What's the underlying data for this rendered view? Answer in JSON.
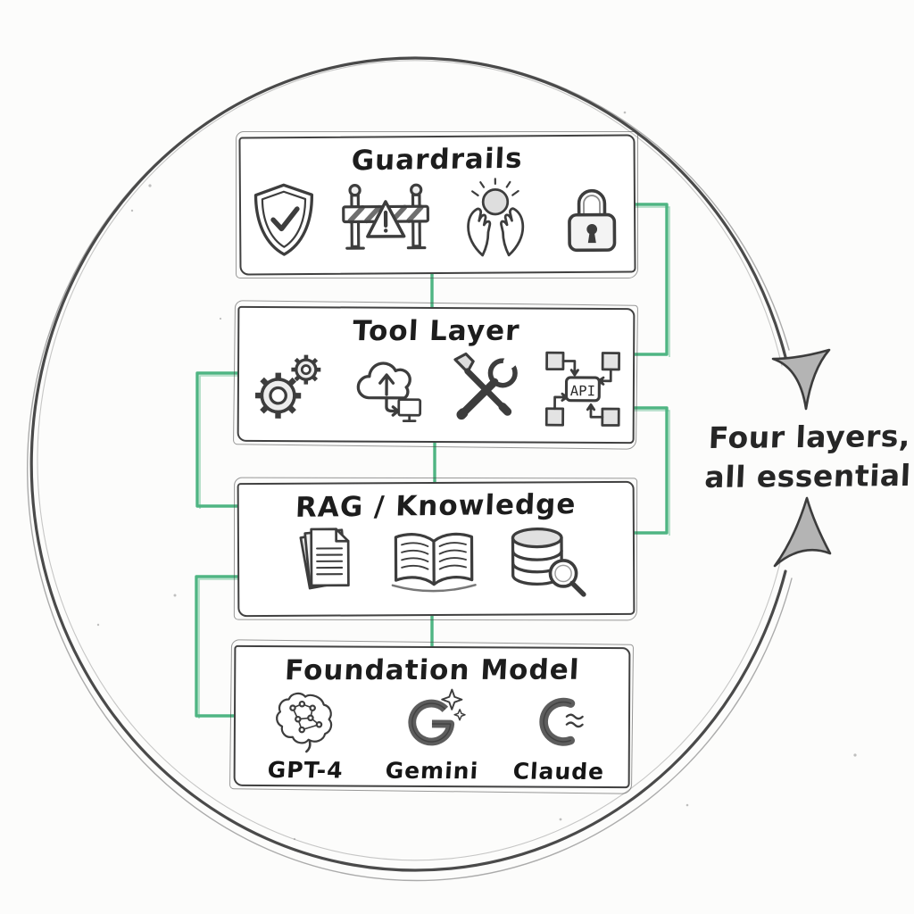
{
  "diagram": {
    "annotation": {
      "line1": "Four layers,",
      "line2": "all essential"
    },
    "layers": [
      {
        "title": "Guardrails",
        "icons": [
          "shield-check",
          "barrier-warning",
          "hands-care",
          "padlock"
        ]
      },
      {
        "title": "Tool Layer",
        "icons": [
          "gears",
          "cloud-sync",
          "tools",
          "api-nodes"
        ],
        "api_label": "API"
      },
      {
        "title": "RAG / Knowledge",
        "icons": [
          "documents",
          "open-book",
          "database-search"
        ]
      },
      {
        "title": "Foundation Model",
        "models": [
          {
            "name": "GPT-4",
            "icon": "brain-network"
          },
          {
            "name": "Gemini",
            "icon": "gemini-sparkle"
          },
          {
            "name": "Claude",
            "icon": "claude-c"
          }
        ]
      }
    ],
    "colors": {
      "connector_green": "#4fb583",
      "ink": "#3a3a3a",
      "paper": "#fcfcfb"
    }
  }
}
